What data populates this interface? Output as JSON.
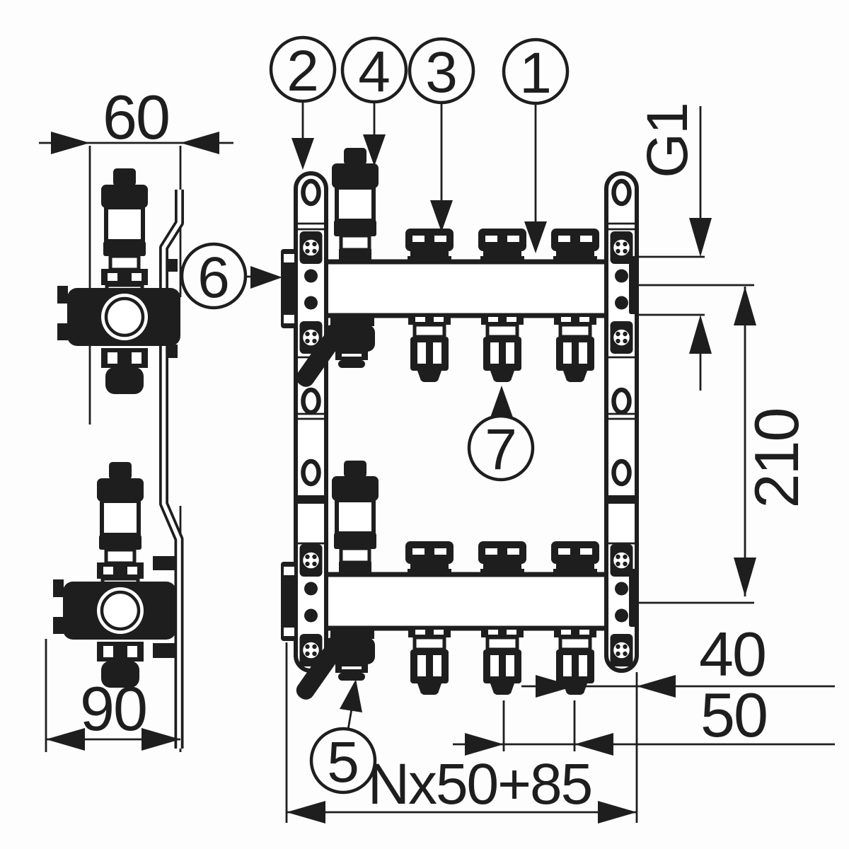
{
  "figure": {
    "description": "Technical dimension drawing of an N-loop heating manifold with mounting brackets: side view (left) and front view (right)",
    "background_color": "#fdfdfd",
    "line_color": "#1e1e1e"
  },
  "callouts": {
    "c1": "1",
    "c2": "2",
    "c3": "3",
    "c4": "4",
    "c5": "5",
    "c6": "6",
    "c7": "7"
  },
  "dimensions": {
    "wall_offset_top": "60",
    "wall_offset_bottom": "90",
    "thread": "G1",
    "bar_spacing": "210",
    "last_outlet_to_end": "40",
    "outlet_spacing": "50",
    "total_length": "Nx50+85"
  }
}
